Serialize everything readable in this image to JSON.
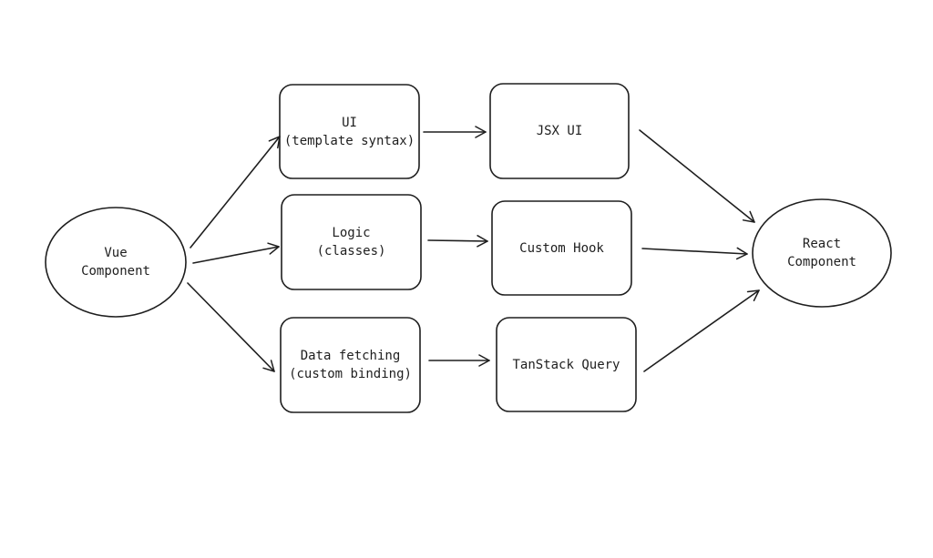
{
  "diagram": {
    "stroke_color": "#1e1e1e",
    "background": "#ffffff",
    "source": {
      "id": "vue",
      "shape": "ellipse",
      "lines": [
        "Vue",
        "Component"
      ]
    },
    "target": {
      "id": "react",
      "shape": "ellipse",
      "lines": [
        "React",
        "Component"
      ]
    },
    "vue_parts": [
      {
        "id": "ui",
        "shape": "rounded-rect",
        "lines": [
          "UI",
          "(template syntax)"
        ]
      },
      {
        "id": "logic",
        "shape": "rounded-rect",
        "lines": [
          "Logic",
          "(classes)"
        ]
      },
      {
        "id": "data",
        "shape": "rounded-rect",
        "lines": [
          "Data fetching",
          "(custom binding)"
        ]
      }
    ],
    "react_parts": [
      {
        "id": "jsx",
        "shape": "rounded-rect",
        "lines": [
          "JSX UI"
        ]
      },
      {
        "id": "hook",
        "shape": "rounded-rect",
        "lines": [
          "Custom Hook"
        ]
      },
      {
        "id": "tanstack",
        "shape": "rounded-rect",
        "lines": [
          "TanStack Query"
        ]
      }
    ],
    "edges": [
      {
        "from": "vue",
        "to": "ui"
      },
      {
        "from": "vue",
        "to": "logic"
      },
      {
        "from": "vue",
        "to": "data"
      },
      {
        "from": "ui",
        "to": "jsx"
      },
      {
        "from": "logic",
        "to": "hook"
      },
      {
        "from": "data",
        "to": "tanstack"
      },
      {
        "from": "jsx",
        "to": "react"
      },
      {
        "from": "hook",
        "to": "react"
      },
      {
        "from": "tanstack",
        "to": "react"
      }
    ]
  }
}
